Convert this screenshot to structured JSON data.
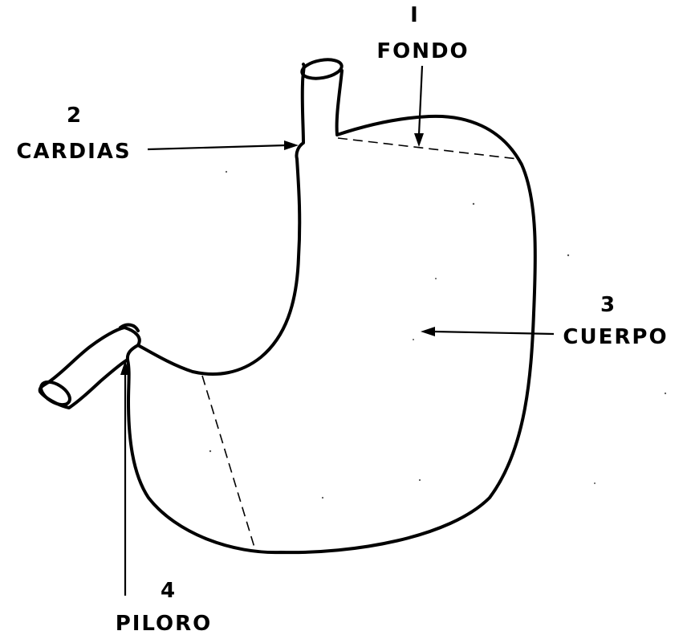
{
  "labels": {
    "fondo": {
      "number": "I",
      "name": "FONDO"
    },
    "cardias": {
      "number": "2",
      "name": "CARDIAS"
    },
    "cuerpo": {
      "number": "3",
      "name": "CUERPO"
    },
    "piloro": {
      "number": "4",
      "name": "PILORO"
    }
  },
  "colors": {
    "ink": "#000000",
    "background": "#ffffff"
  }
}
